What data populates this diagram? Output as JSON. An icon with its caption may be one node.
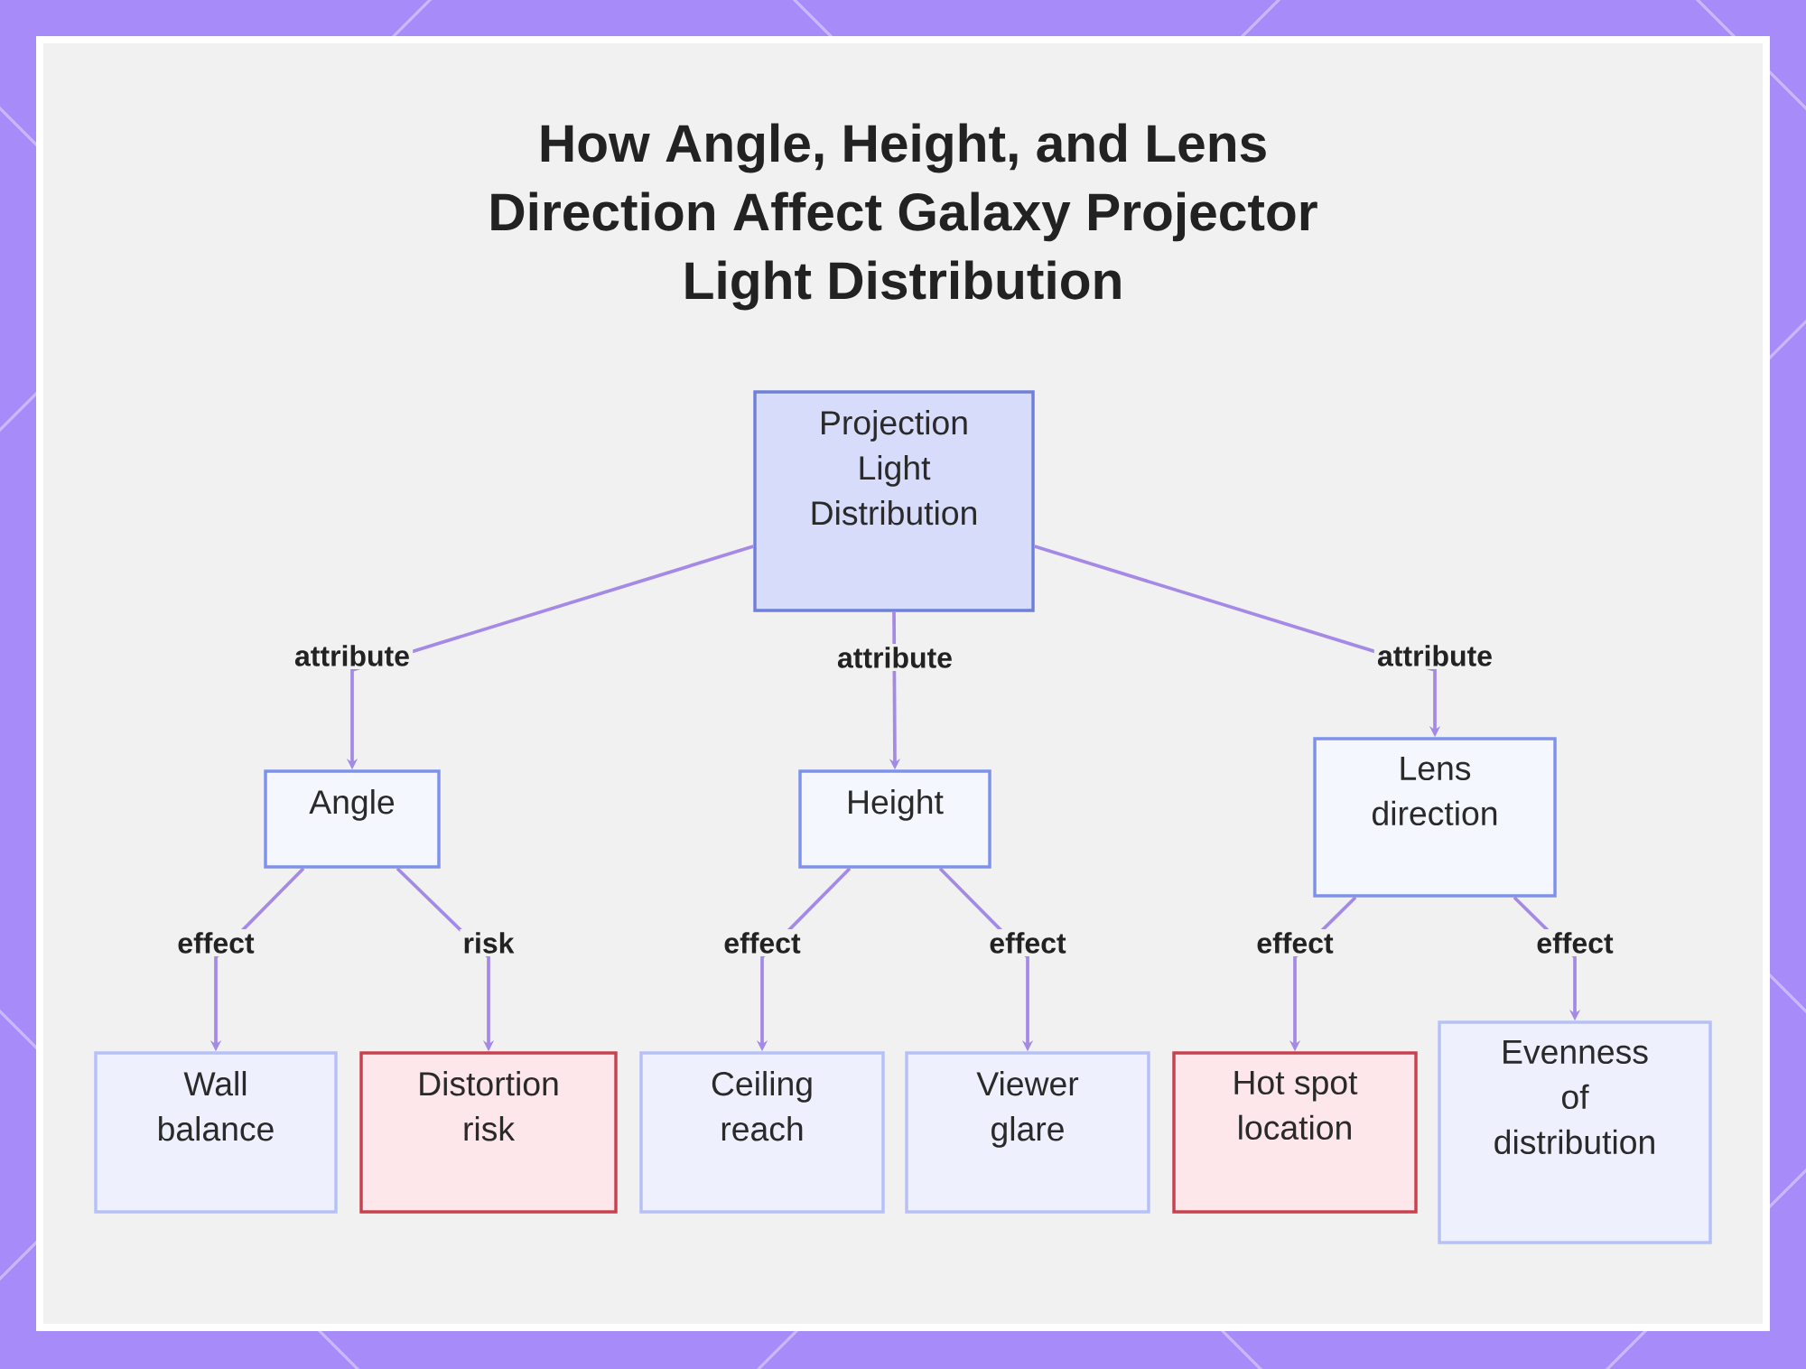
{
  "diagram": {
    "title": "How Angle, Height, and Lens Direction Affect Galaxy Projector Light Distribution",
    "nodes": [
      {
        "text": [
          "Projection Light Distribution"
        ]
      },
      {
        "text": [
          "Angle"
        ]
      },
      {
        "text": [
          "Height"
        ]
      },
      {
        "text": [
          "Lens direction"
        ]
      },
      {
        "text": [
          "Wall balance"
        ]
      },
      {
        "text": [
          "Distortion risk"
        ]
      },
      {
        "text": [
          "Ceiling reach"
        ]
      },
      {
        "text": [
          "Viewer glare"
        ]
      },
      {
        "text": [
          "Hot spot location"
        ]
      },
      {
        "text": [
          "Evenness of distribution"
        ]
      }
    ],
    "edges": [
      {
        "from": 0,
        "to": 1,
        "arrow": "to",
        "label": "attribute"
      },
      {
        "from": 0,
        "to": 2,
        "arrow": "to",
        "label": "attribute"
      },
      {
        "from": 0,
        "to": 3,
        "arrow": "to",
        "label": "attribute"
      },
      {
        "from": 1,
        "to": 4,
        "arrow": "to",
        "label": "effect"
      },
      {
        "from": 1,
        "to": 5,
        "arrow": "to",
        "label": "risk"
      },
      {
        "from": 2,
        "to": 6,
        "arrow": "to",
        "label": "effect"
      },
      {
        "from": 2,
        "to": 7,
        "arrow": "to",
        "label": "effect"
      },
      {
        "from": 3,
        "to": 8,
        "arrow": "to",
        "label": "effect"
      },
      {
        "from": 3,
        "to": 9,
        "arrow": "to",
        "label": "effect"
      }
    ]
  }
}
